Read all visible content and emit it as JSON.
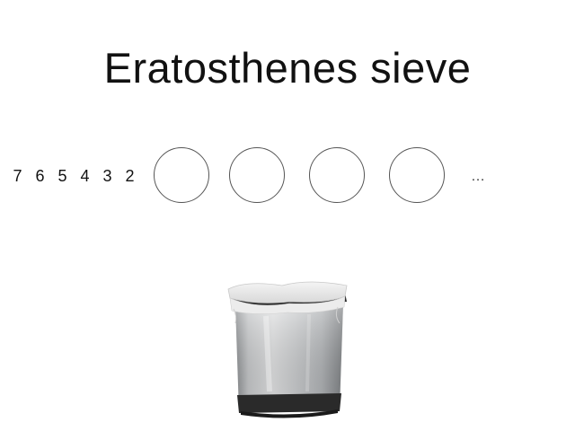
{
  "slide": {
    "title": "Eratosthenes sieve"
  },
  "number_queue": [
    "7",
    "6",
    "5",
    "4",
    "3",
    "2"
  ],
  "sieve_slots": [
    {
      "state": "empty"
    },
    {
      "state": "empty"
    },
    {
      "state": "empty"
    },
    {
      "state": "empty"
    }
  ],
  "continuation": "…",
  "icons": {
    "trash": "trash-can-icon"
  }
}
